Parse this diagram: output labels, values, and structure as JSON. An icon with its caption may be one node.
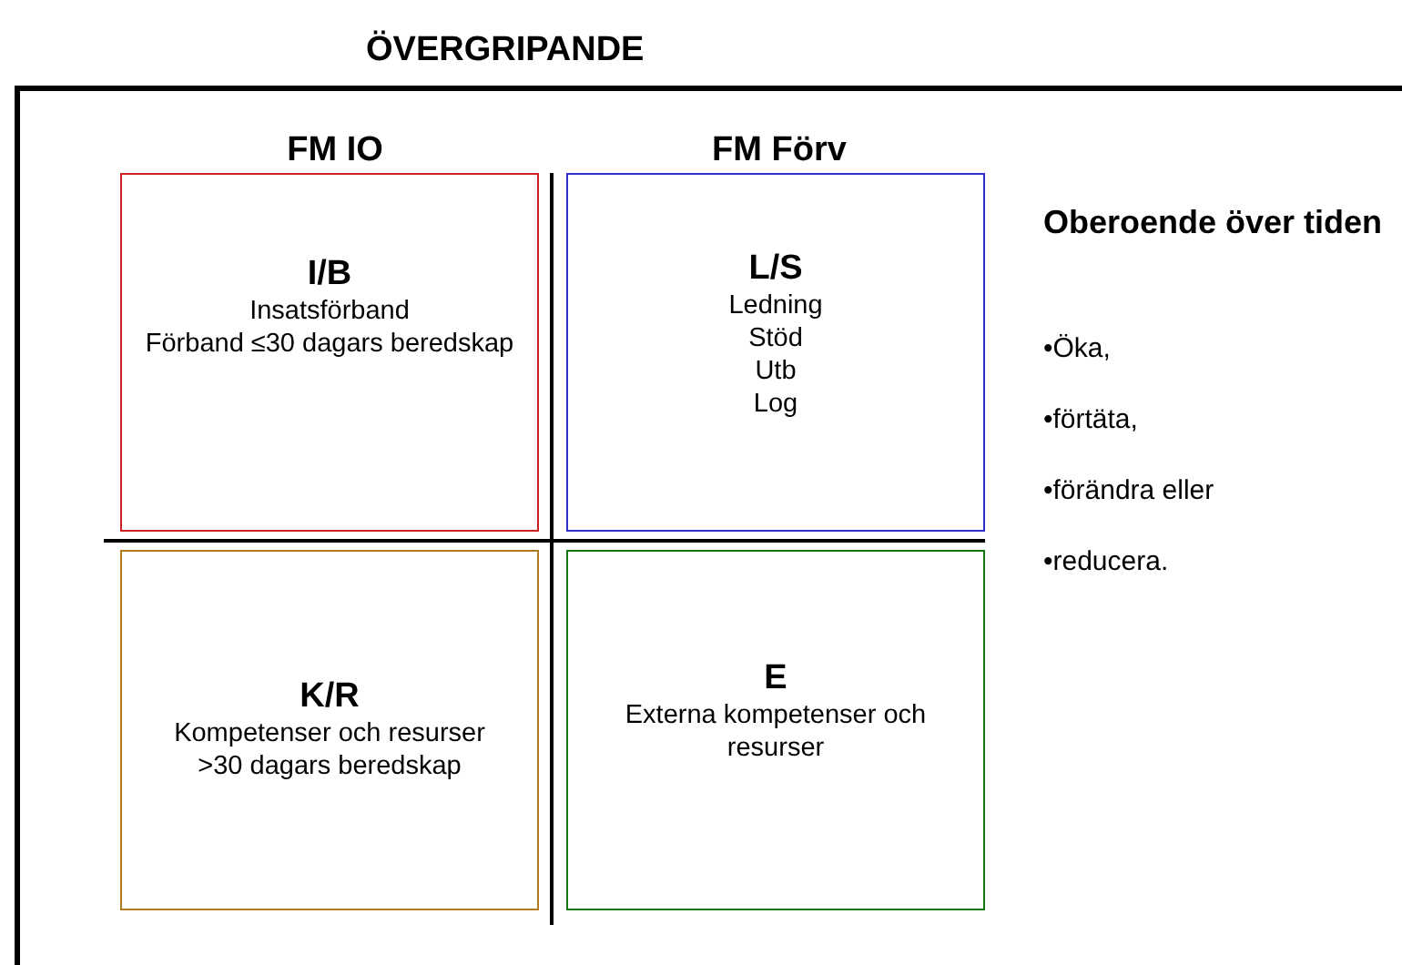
{
  "diagram": {
    "nodes": [
      {
        "text": [
          "ÖVERGRIPANDE"
        ]
      },
      {
        "text": [
          "I/B",
          "Insatsförband",
          "Förband ≤30 dagars beredskap"
        ],
        "in": 0
      },
      {
        "text": [
          "L/S",
          "Ledning",
          "Stöd",
          "Utb",
          "Log"
        ],
        "in": 0
      },
      {
        "text": [
          "K/R",
          "Kompetenser och resurser >30 dagars beredskap"
        ],
        "in": 0
      },
      {
        "text": [
          "E",
          "Externa kompetenser och resurser"
        ],
        "in": 0
      }
    ],
    "edges": [],
    "labels": [
      "FM IO",
      "FM Förv",
      "Oberoende över tiden",
      "•Öka,",
      "•förtäta,",
      "•förändra eller",
      "•reducera."
    ]
  }
}
